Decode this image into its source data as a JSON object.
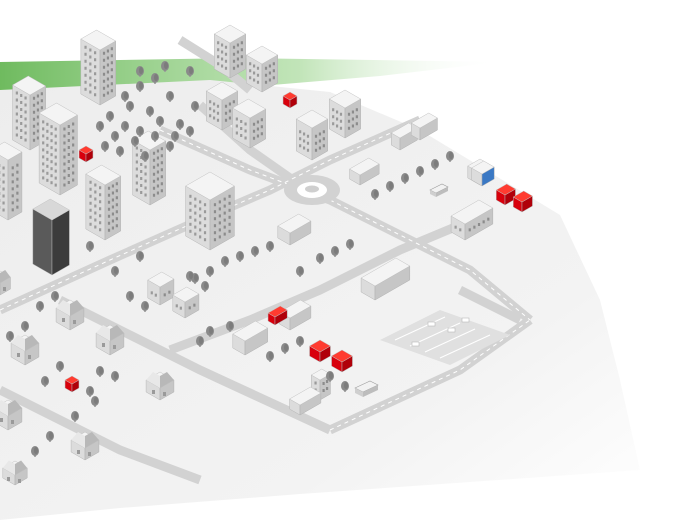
{
  "scene": {
    "colors": {
      "background": "#ffffff",
      "ground": "#f0f0f0",
      "grass": "#6cbf5a",
      "road": "#d6d6d6",
      "road_edge": "#c4c4c4",
      "building_top": "#f4f4f4",
      "building_left": "#dcdcdc",
      "building_right": "#c6c6c6",
      "window": "#9a9a9a",
      "tree": "#8a8a8a",
      "tree_dark": "#6e6e6e",
      "accent_red": "#e30613",
      "accent_blue": "#3a78c4"
    },
    "icons": [
      "building",
      "tower",
      "house",
      "warehouse",
      "factory",
      "tree",
      "roundabout",
      "truck",
      "container",
      "parking-lot"
    ]
  }
}
